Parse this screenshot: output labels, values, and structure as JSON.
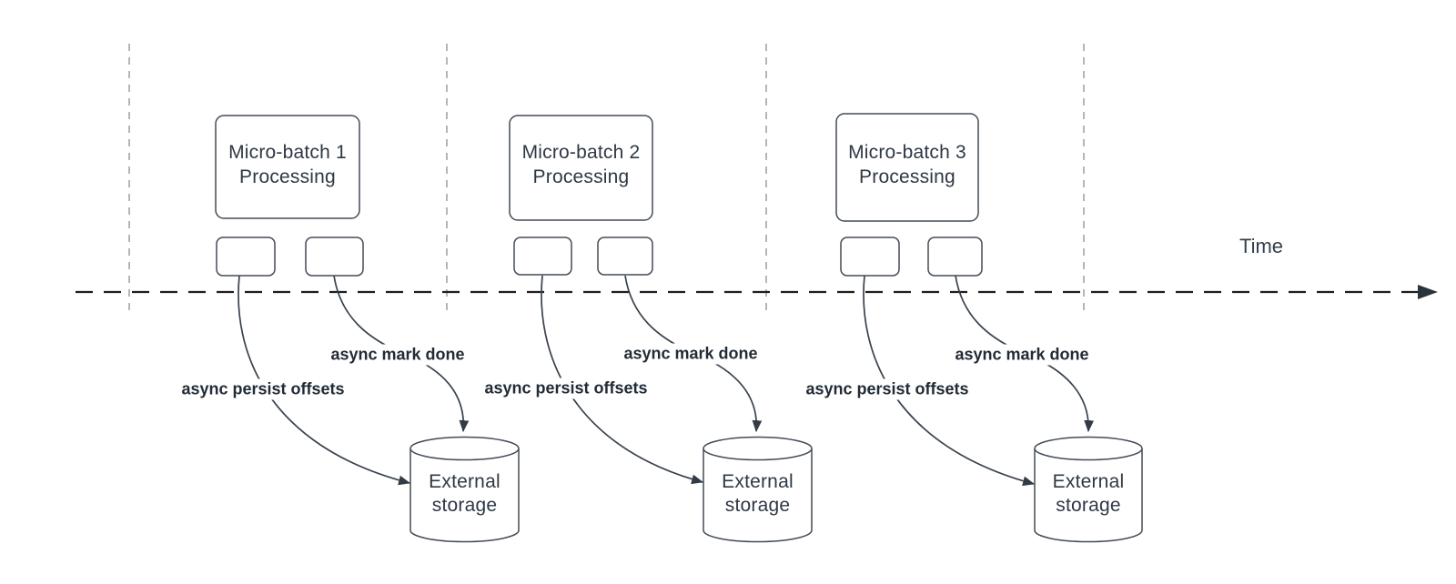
{
  "diagram": {
    "time_axis_label": "Time",
    "groups": [
      {
        "process_title": "Micro-batch 1",
        "process_subtitle": "Processing",
        "persist_label": "async persist offsets",
        "done_label": "async mark done",
        "storage_title": "External",
        "storage_subtitle": "storage"
      },
      {
        "process_title": "Micro-batch 2",
        "process_subtitle": "Processing",
        "persist_label": "async persist offsets",
        "done_label": "async mark done",
        "storage_title": "External",
        "storage_subtitle": "storage"
      },
      {
        "process_title": "Micro-batch 3",
        "process_subtitle": "Processing",
        "persist_label": "async persist offsets",
        "done_label": "async mark done",
        "storage_title": "External",
        "storage_subtitle": "storage"
      }
    ],
    "colors": {
      "shape_stroke": "#424c57",
      "connector_stroke": "#39424d",
      "text": "#2e3844",
      "timeline": "#1d1d1d",
      "guide_line": "#a6a9ad",
      "background": "#ffffff"
    }
  }
}
